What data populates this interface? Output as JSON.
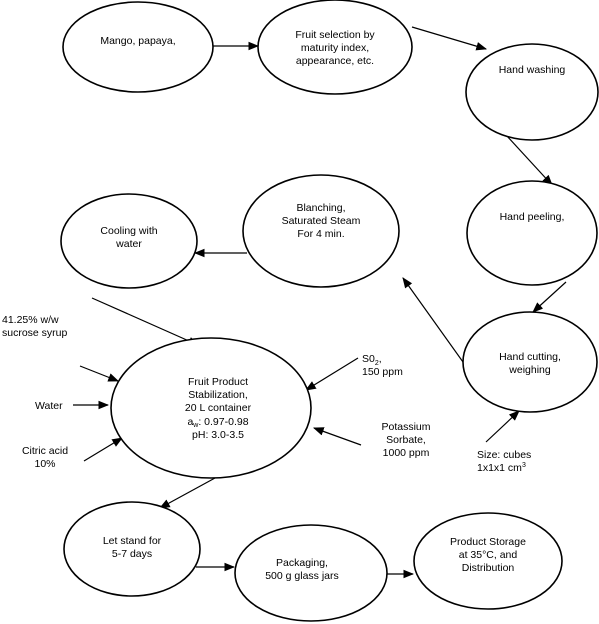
{
  "nodes": {
    "mango": [
      "Mango, papaya,"
    ],
    "selection": [
      "Fruit selection by",
      "maturity index,",
      "appearance, etc."
    ],
    "washing": [
      "Hand washing"
    ],
    "peeling": [
      "Hand peeling,"
    ],
    "cutting": [
      "Hand cutting,",
      "weighing"
    ],
    "blanching": [
      "Blanching,",
      "Saturated Steam",
      "For 4 min."
    ],
    "cooling": [
      "Cooling with",
      "water"
    ],
    "stabilization": [
      "Fruit Product",
      "Stabilization,",
      "20 L container",
      "a",
      "w",
      ":  0.97-0.98",
      "pH: 3.0-3.5"
    ],
    "let_stand": [
      "Let stand for",
      "5-7 days"
    ],
    "packaging": [
      "Packaging,",
      "500 g glass jars"
    ],
    "storage": [
      "Product Storage",
      "at 35°C, and",
      "Distribution"
    ]
  },
  "inputs": {
    "sucrose": [
      "41.25% w/w",
      "sucrose syrup"
    ],
    "water": "Water",
    "citric": [
      "Citric acid",
      "10%"
    ],
    "so2": [
      "S0",
      "2",
      ",",
      "150 ppm"
    ],
    "sorbate": [
      "Potassium",
      "Sorbate,",
      "1000 ppm"
    ],
    "size": [
      "Size: cubes",
      "1x1x1 cm",
      "3"
    ]
  }
}
